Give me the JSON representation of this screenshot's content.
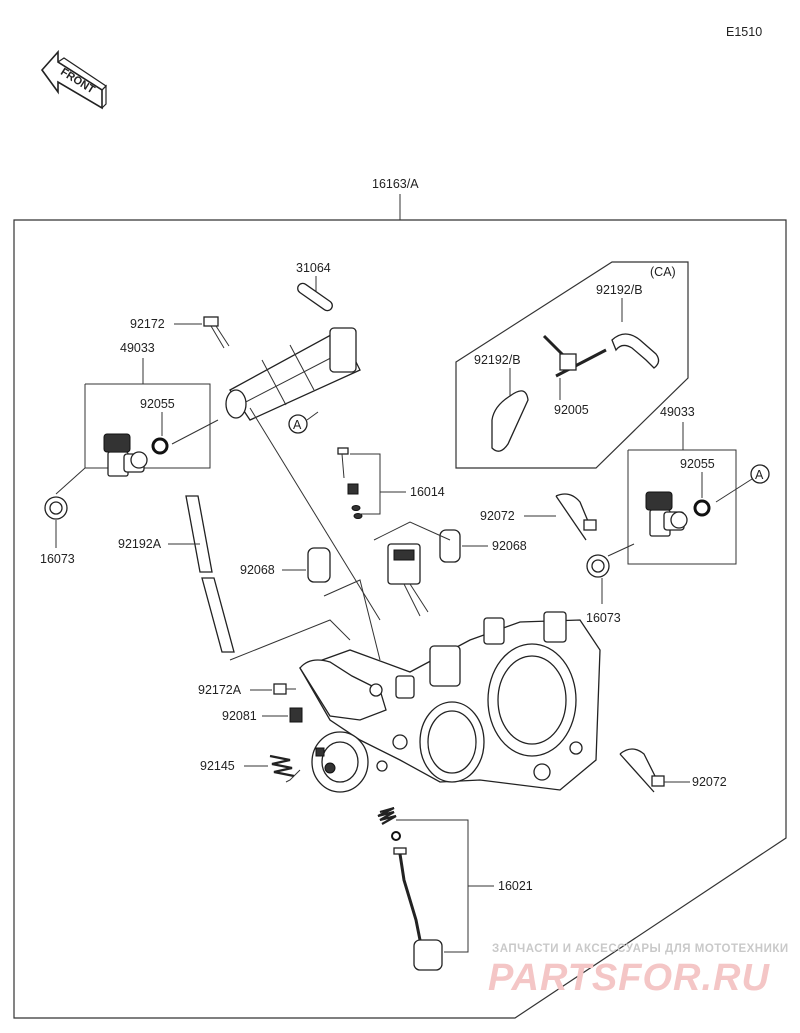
{
  "diagram_id": "E1510",
  "front_label": "FRONT",
  "labels": {
    "assembly": "16163/A",
    "p31064": "31064",
    "p92172": "92172",
    "p49033_left": "49033",
    "p92055_left": "92055",
    "p16073_left": "16073",
    "ref_a_upper": "A",
    "ca_tag": "(CA)",
    "p92192b_right": "92192/B",
    "p92192b_left": "92192/B",
    "p92005": "92005",
    "p49033_right": "49033",
    "p92055_right": "92055",
    "ref_a_right": "A",
    "p16014": "16014",
    "p92072_upper": "92072",
    "p92068_right": "92068",
    "p92068_left": "92068",
    "p92192a": "92192A",
    "p16073_right": "16073",
    "p92172a": "92172A",
    "p92081": "92081",
    "p92145": "92145",
    "p92072_lower": "92072",
    "p16021": "16021"
  },
  "watermark": {
    "tagline": "ЗАПЧАСТИ И АКСЕССУАРЫ ДЛЯ МОТОТЕХНИКИ",
    "brand": "PARTSFOR.RU"
  }
}
